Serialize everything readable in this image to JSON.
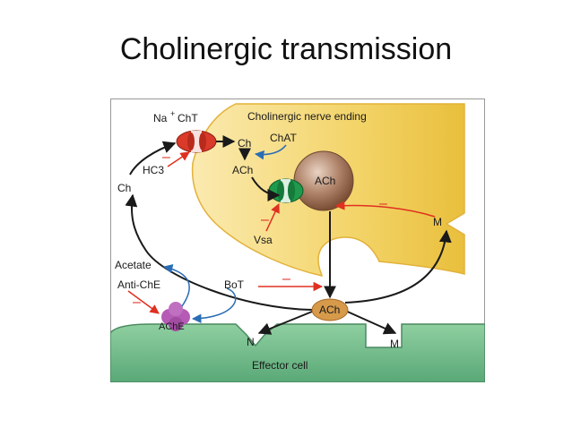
{
  "slide": {
    "title": "Cholinergic transmission"
  },
  "diagram": {
    "labels": {
      "na_cht": "Na",
      "na_plus": "+",
      "cht": "ChT",
      "nerve_ending": "Cholinergic nerve ending",
      "ch_inside": "Ch",
      "chat": "ChAT",
      "hc3": "HC3",
      "ach_cytosol": "ACh",
      "ch_outside": "Ch",
      "ach_vesicle": "ACh",
      "vsa": "Vsa",
      "m_presynaptic": "M",
      "acetate": "Acetate",
      "anti_che": "Anti-ChE",
      "bot": "BoT",
      "ach_cleft": "ACh",
      "ache": "AChE",
      "n_receptor": "N",
      "m_postsynaptic": "M",
      "effector_cell": "Effector cell"
    },
    "inhibition_mark": "–",
    "colors": {
      "nerve_fill": "#f2cf55",
      "nerve_stroke": "#e6b53a",
      "effector_fill": "#7cbf8d",
      "vesicle_fill": "#9a6a4c",
      "transporter_fill": "#d93a2a",
      "vat_fill": "#1f9a4c",
      "ache_fill": "#b55bb5",
      "inhibit_red": "#e03020",
      "blue_arrow": "#2a6db5",
      "black_arrow": "#1a1a1a"
    }
  }
}
